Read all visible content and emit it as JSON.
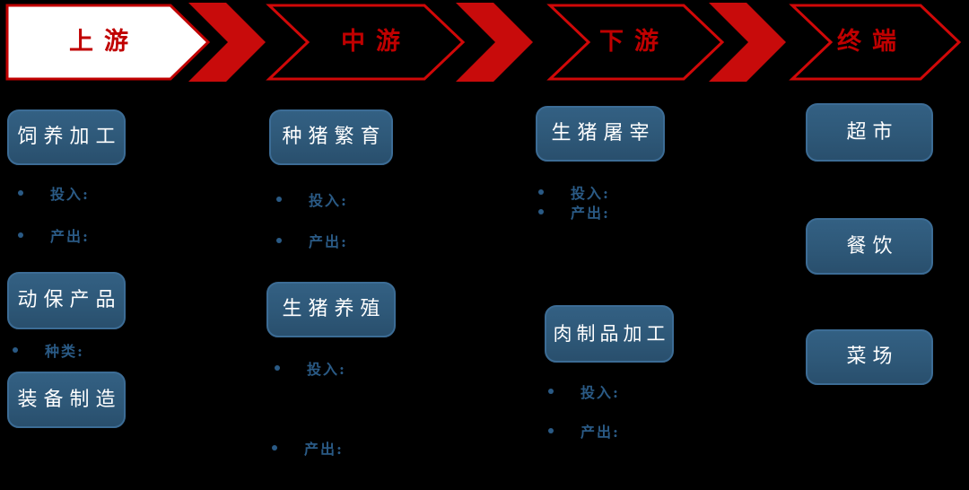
{
  "colors": {
    "background": "#000000",
    "banner_red": "#c00000",
    "chevron_red": "#c80b0b",
    "arrow_outline_red": "#d00808",
    "arrow1_fill": "#ffffff",
    "box_fill": "#2e5878",
    "box_border": "#3c6c95",
    "box_text": "#ffffff",
    "bullet_text": "#2a5a85"
  },
  "banner": {
    "stages": [
      {
        "label": "上游"
      },
      {
        "label": "中游"
      },
      {
        "label": "下游"
      },
      {
        "label": "终端"
      }
    ]
  },
  "columns": [
    {
      "header": "上游",
      "boxes": [
        "饲养加工",
        "动保产品",
        "装备制造"
      ],
      "bullets": [
        "投入:",
        "产出:",
        "种类:"
      ]
    },
    {
      "header": "中游",
      "boxes": [
        "种猪繁育",
        "生猪养殖"
      ],
      "bullets": [
        "投入:",
        "产出:",
        "投入:",
        "产出:"
      ]
    },
    {
      "header": "下游",
      "boxes": [
        "生猪屠宰",
        "肉制品加工"
      ],
      "bullets": [
        "投入:",
        "产出:",
        "投入:",
        "产出:"
      ]
    },
    {
      "header": "终端",
      "boxes": [
        "超市",
        "餐饮",
        "菜场"
      ],
      "bullets": []
    }
  ]
}
